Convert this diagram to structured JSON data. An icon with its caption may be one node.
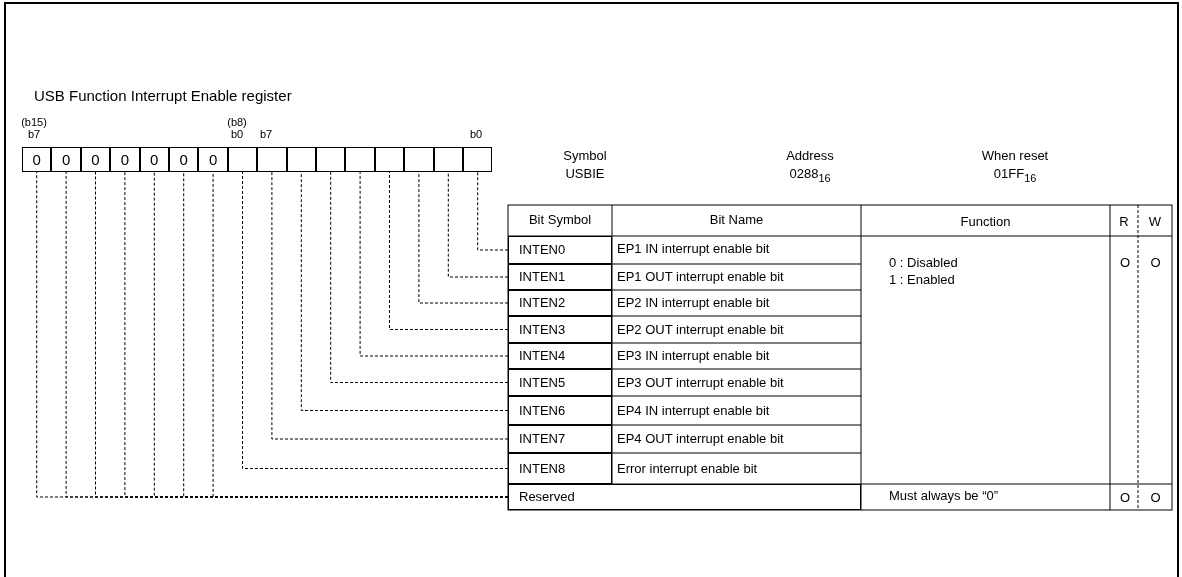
{
  "diagram": {
    "title": "USB Function Interrupt Enable register",
    "nodes": [
      {
        "text": [
          "0"
        ]
      },
      {
        "text": [
          "0"
        ]
      },
      {
        "text": [
          "0"
        ]
      },
      {
        "text": [
          "0"
        ]
      },
      {
        "text": [
          "0"
        ]
      },
      {
        "text": [
          "0"
        ]
      },
      {
        "text": [
          "0"
        ]
      },
      {
        "text": [],
        "shape": "box"
      },
      {
        "text": [],
        "shape": "box"
      },
      {
        "text": [],
        "shape": "box"
      },
      {
        "text": [],
        "shape": "box"
      },
      {
        "text": [],
        "shape": "box"
      },
      {
        "text": [],
        "shape": "box"
      },
      {
        "text": [],
        "shape": "box"
      },
      {
        "text": [],
        "shape": "box"
      },
      {
        "text": [],
        "shape": "box"
      },
      {
        "text": [
          "INTEN0"
        ]
      },
      {
        "text": [
          "INTEN1"
        ]
      },
      {
        "text": [
          "INTEN2"
        ]
      },
      {
        "text": [
          "INTEN3"
        ]
      },
      {
        "text": [
          "INTEN4"
        ]
      },
      {
        "text": [
          "INTEN5"
        ]
      },
      {
        "text": [
          "INTEN6"
        ]
      },
      {
        "text": [
          "INTEN7"
        ]
      },
      {
        "text": [
          "INTEN8"
        ]
      },
      {
        "text": [
          "Reserved"
        ]
      }
    ],
    "edges": [
      {
        "from": 15,
        "to": 16,
        "arrow": "none",
        "style": "dashed"
      },
      {
        "from": 14,
        "to": 17,
        "arrow": "none",
        "style": "dashed"
      },
      {
        "from": 13,
        "to": 18,
        "arrow": "none",
        "style": "dashed"
      },
      {
        "from": 12,
        "to": 19,
        "arrow": "none",
        "style": "dashed"
      },
      {
        "from": 11,
        "to": 20,
        "arrow": "none",
        "style": "dashed"
      },
      {
        "from": 10,
        "to": 21,
        "arrow": "none",
        "style": "dashed"
      },
      {
        "from": 9,
        "to": 22,
        "arrow": "none",
        "style": "dashed"
      },
      {
        "from": 8,
        "to": 23,
        "arrow": "none",
        "style": "dashed"
      },
      {
        "from": 7,
        "to": 24,
        "arrow": "none",
        "style": "dashed"
      },
      {
        "from": 6,
        "to": 25,
        "arrow": "none",
        "style": "dashed"
      },
      {
        "from": 5,
        "to": 25,
        "arrow": "none",
        "style": "dashed"
      },
      {
        "from": 4,
        "to": 25,
        "arrow": "none",
        "style": "dashed"
      },
      {
        "from": 3,
        "to": 25,
        "arrow": "none",
        "style": "dashed"
      },
      {
        "from": 2,
        "to": 25,
        "arrow": "none",
        "style": "dashed"
      },
      {
        "from": 1,
        "to": 25,
        "arrow": "none",
        "style": "dashed"
      },
      {
        "from": 0,
        "to": 25,
        "arrow": "none",
        "style": "dashed"
      }
    ],
    "labels": [
      "(b15)",
      "b7",
      "(b8)",
      "b0",
      "b7",
      "b0",
      "Symbol",
      "USBIE",
      "Address",
      "0288$_{16}$",
      "When reset",
      "01FF$_{16}$",
      "Bit Symbol",
      "Bit Name",
      "Function",
      "R",
      "W",
      "EP1 IN interrupt enable bit",
      "0 : Disabled",
      "1 : Enabled",
      "O",
      "O",
      "EP1 OUT interrupt enable bit",
      "EP2 IN interrupt enable bit",
      "EP2 OUT interrupt enable bit",
      "EP3 IN interrupt enable bit",
      "EP3 OUT interrupt enable bit",
      "EP4 IN interrupt enable bit",
      "EP4 OUT interrupt enable bit",
      "Error interrupt enable bit",
      "Must always be “0”",
      "O",
      "O"
    ]
  }
}
